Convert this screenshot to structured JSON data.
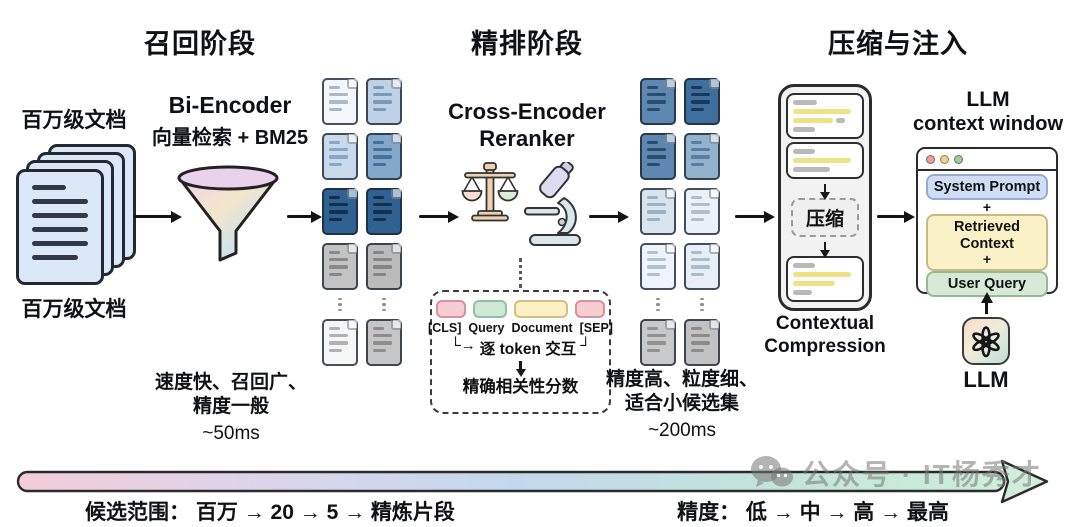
{
  "titles": {
    "recall": "召回阶段",
    "rerank": "精排阶段",
    "compress": "压缩与注入"
  },
  "recall": {
    "docs_label_top": "百万级文档",
    "docs_label_bottom": "百万级文档",
    "encoder_line1": "Bi-Encoder",
    "encoder_line2": "向量检索 + BM25",
    "note1": "速度快、召回广、",
    "note2": "精度一般",
    "latency": "~50ms"
  },
  "rerank": {
    "name_line1": "Cross-Encoder",
    "name_line2": "Reranker",
    "tokens": [
      {
        "label": "[CLS]",
        "style": "width:30px;background:#f6cdd3;border-color:#d9919b"
      },
      {
        "label": "Query",
        "style": "width:34px;background:#cfe9d7;border-color:#92c0a0"
      },
      {
        "label": "Document",
        "style": "width:54px;background:#fcf0c5;border-color:#d3c07c"
      },
      {
        "label": "[SEP]",
        "style": "width:30px;background:#f6cdd3;border-color:#d9919b"
      }
    ],
    "connector_left": "└→",
    "interaction": "逐 token 交互",
    "connector_right": "┘",
    "score_label": "精确相关性分数",
    "note1": "精度高、粒度细、",
    "note2": "适合小候选集",
    "latency": "~200ms"
  },
  "compress": {
    "box_label": "压缩",
    "caption1": "Contextual",
    "caption2": "Compression",
    "cards": [
      {
        "rows": [
          [
            {
              "t": "g",
              "w": 38
            }
          ],
          [
            {
              "t": "y",
              "w": 90
            }
          ],
          [
            {
              "t": "y",
              "w": 62
            },
            {
              "t": "g",
              "w": 14
            }
          ],
          [
            {
              "t": "g",
              "w": 34
            }
          ]
        ]
      },
      {
        "rows": [
          [
            {
              "t": "g",
              "w": 34
            }
          ],
          [
            {
              "t": "y",
              "w": 90
            }
          ],
          [
            {
              "t": "g",
              "w": 58
            }
          ]
        ]
      },
      {
        "rows": [
          [
            {
              "t": "g",
              "w": 34
            }
          ],
          [
            {
              "t": "y",
              "w": 90
            }
          ],
          [
            {
              "t": "y",
              "w": 66
            }
          ],
          [
            {
              "t": "g",
              "w": 30
            }
          ]
        ]
      }
    ]
  },
  "llm": {
    "title1": "LLM",
    "title2": "context window",
    "item_system": "System Prompt",
    "plus1": "+",
    "item_context": "Retrieved Context",
    "plus2": "+",
    "item_query": "User Query",
    "label": "LLM"
  },
  "axis": {
    "scope": "候选范围： 百万 → 20 → 5 → 精炼片段",
    "precision": "精度： 低 → 中 → 高 → 最高"
  },
  "watermark": "公众号 · IT杨秀才",
  "doc_grids": {
    "grid1": {
      "rows": [
        [
          "background:#f3f7fb;--line:#aab8c8",
          "background:#bdd2e6;--line:#7d97b5"
        ],
        [
          "background:#c8daeb;--line:#8aa6c4",
          "background:#83a8cb;--line:#44719c"
        ],
        [
          "background:#2f6292;--line:#142f4a",
          "background:#2f6292;--line:#142f4a"
        ],
        [
          "background:#c3c3c3;--line:#898989",
          "background:#bbbbbb;--line:#848484"
        ]
      ],
      "tail": [
        "background:#f6f6f6;--line:#b1b1b1",
        "background:#c6c6c6;--line:#8d8d8d"
      ]
    },
    "grid2": {
      "rows": [
        [
          "background:#5e88af;--line:#274c70",
          "background:#3f6f9d;--line:#173a5c"
        ],
        [
          "background:#5e88af;--line:#274c70",
          "background:#93b2cd;--line:#5a7da1"
        ],
        [
          "background:#d8e5ef;--line:#9cb1c3",
          "background:#eaf1f7;--line:#aebecc"
        ],
        [
          "background:#eef4f9;--line:#b2c1cd",
          "background:#e7eef5;--line:#abbbc8"
        ]
      ],
      "tail": [
        "background:#c9c9c9;--line:#919191",
        "background:#c2c2c2;--line:#8b8b8b"
      ]
    }
  },
  "palette": {
    "doc_dark_blue": "#2f6292",
    "highlight_yellow": "#f0e187",
    "bar_gradient": [
      "#f4cdd9",
      "#dcd5ec",
      "#c3d8ee",
      "#cdeeda"
    ],
    "funnel_gradient": [
      "#eed6ee",
      "#f3e5cb",
      "#cfe3ea",
      "#d5eccf"
    ]
  }
}
